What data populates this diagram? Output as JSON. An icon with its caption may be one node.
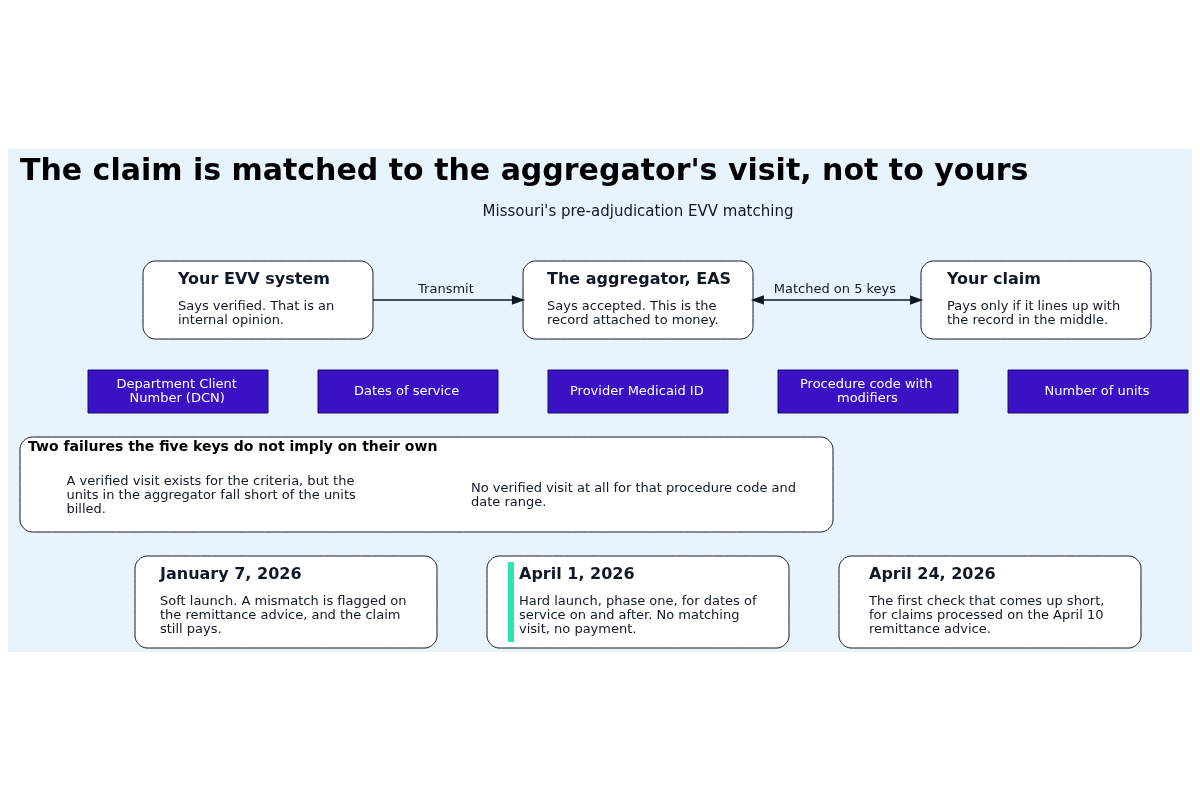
{
  "diagram": {
    "title": "The claim is matched to the aggregator's visit, not to yours",
    "nodes": [
      {
        "text": [
          "Your EVV system",
          "Says verified. That is an internal opinion."
        ]
      },
      {
        "text": [
          "The aggregator, EAS",
          "Says accepted. This is the record attached to money."
        ]
      },
      {
        "text": [
          "Your claim",
          "Pays only if it lines up with the record in the middle."
        ]
      },
      {
        "text": [
          "Department Client Number (DCN)"
        ]
      },
      {
        "text": [
          "Dates of service"
        ]
      },
      {
        "text": [
          "Provider Medicaid ID"
        ]
      },
      {
        "text": [
          "Procedure code with modifiers"
        ]
      },
      {
        "text": [
          "Number of units"
        ]
      },
      {
        "text": [
          "Two failures the five keys do not imply on their own"
        ]
      },
      {
        "text": [
          "A verified visit exists for the criteria, but the units in the aggregator fall short of the units billed."
        ],
        "in": 8
      },
      {
        "text": [
          "No verified visit at all for that procedure code and date range."
        ],
        "in": 8
      },
      {
        "text": [
          "January 7, 2026",
          "Soft launch. A mismatch is flagged on the remittance advice, and the claim still pays."
        ]
      },
      {
        "text": [
          "April 1, 2026",
          "Hard launch, phase one, for dates of service on and after. No matching visit, no payment."
        ]
      },
      {
        "text": [
          "April 24, 2026",
          "The first check that comes up short, for claims processed on the April 10 remittance advice."
        ]
      }
    ],
    "edges": [
      {
        "from": 0,
        "to": 1,
        "arrow": "to",
        "label": "Transmit"
      },
      {
        "from": 1,
        "to": 2,
        "arrow": "both",
        "label": "Matched on 5 keys"
      }
    ],
    "labels": [
      "Missouri's pre-adjudication EVV matching"
    ]
  }
}
